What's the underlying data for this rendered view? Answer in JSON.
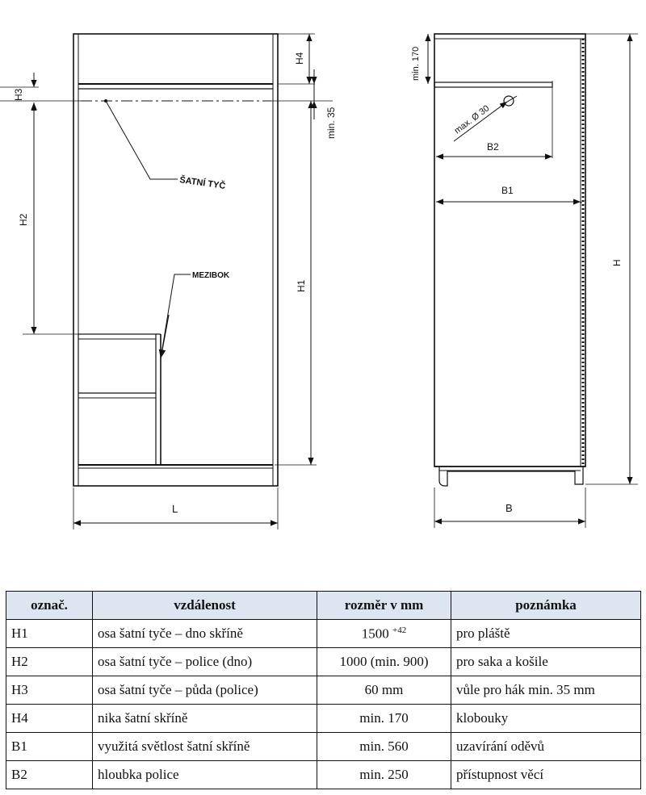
{
  "front_view": {
    "label_satni_tyc": "ŠATNÍ TYČ",
    "label_mezibok": "MEZIBOK",
    "dim_h1": "H1",
    "dim_h2": "H2",
    "dim_h3": "H3",
    "dim_h4": "H4",
    "dim_min35": "min. 35",
    "dim_l": "L"
  },
  "side_view": {
    "dim_min170": "min. 170",
    "dim_max30": "max. Ø 30",
    "dim_b2": "B2",
    "dim_b1": "B1",
    "dim_h": "H",
    "dim_b": "B"
  },
  "table": {
    "headers": [
      "označ.",
      "vzdálenost",
      "rozměr v mm",
      "poznámka"
    ],
    "rows": [
      {
        "code": "H1",
        "desc": "osa šatní tyče – dno skříně",
        "size": "1500",
        "size_sup": "+42",
        "note": "pro pláště"
      },
      {
        "code": "H2",
        "desc": "osa šatní tyče – police (dno)",
        "size": "1000 (min. 900)",
        "size_sup": "",
        "note": "pro saka a košile"
      },
      {
        "code": "H3",
        "desc": "osa šatní tyče – půda (police)",
        "size": "60 mm",
        "size_sup": "",
        "note": "vůle pro hák min. 35 mm"
      },
      {
        "code": "H4",
        "desc": "nika šatní skříně",
        "size": "min. 170",
        "size_sup": "",
        "note": "klobouky"
      },
      {
        "code": "B1",
        "desc": "využitá světlost šatní skříně",
        "size": "min. 560",
        "size_sup": "",
        "note": "uzavírání oděvů"
      },
      {
        "code": "B2",
        "desc": "hloubka police",
        "size": "min. 250",
        "size_sup": "",
        "note": "přístupnost věcí"
      }
    ]
  }
}
